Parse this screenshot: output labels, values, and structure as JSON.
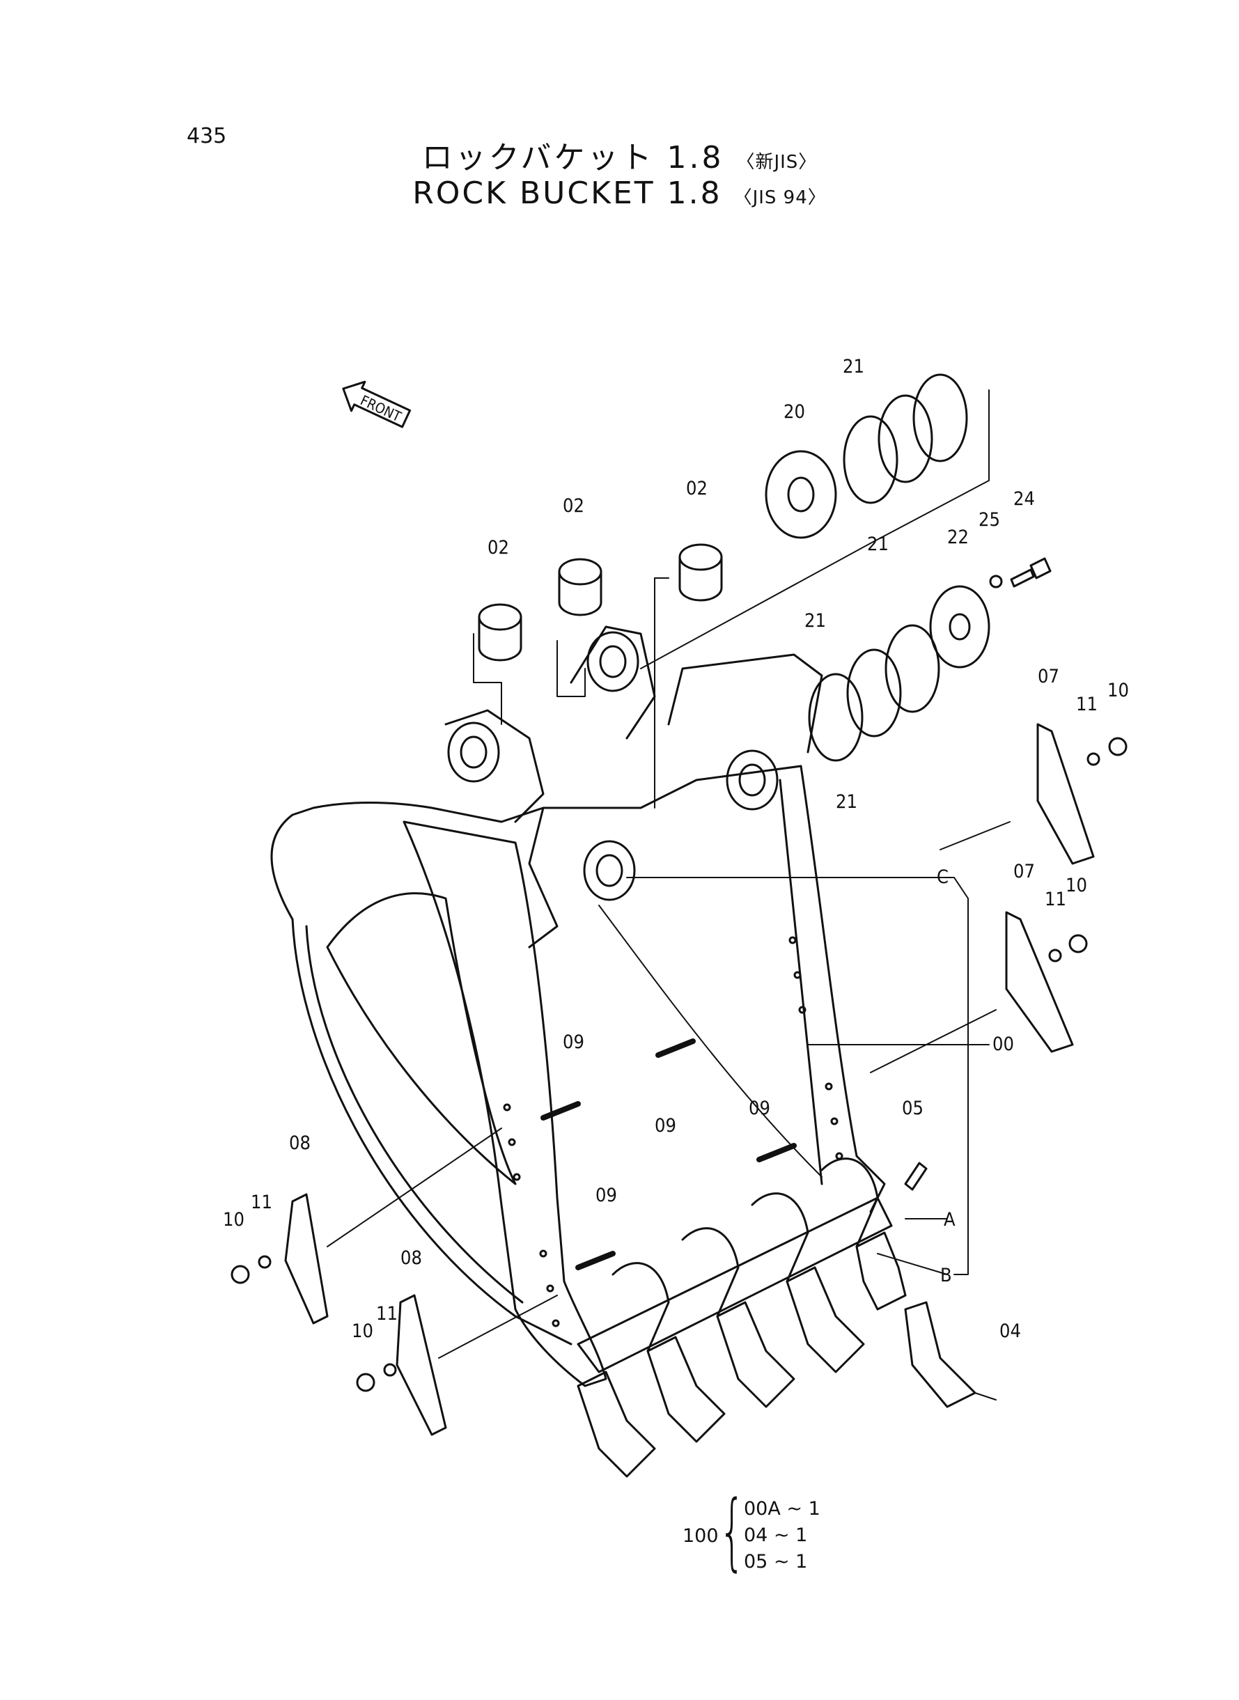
{
  "page_number": "435",
  "title_jp": {
    "main": "ロックバケット 1.8",
    "sub": "〈新JIS〉"
  },
  "title_en": {
    "main": "ROCK BUCKET 1.8",
    "sub": "〈JIS 94〉"
  },
  "front_arrow": "FRONT",
  "part_labels": {
    "p00": "00",
    "p02": "02",
    "p04": "04",
    "p05": "05",
    "p07": "07",
    "p08": "08",
    "p09": "09",
    "p10": "10",
    "p11": "11",
    "p20": "20",
    "p21": "21",
    "p22": "22",
    "p24": "24",
    "p25": "25"
  },
  "ref_labels": {
    "a": "A",
    "b": "B",
    "c": "C"
  },
  "kit": {
    "number": "100",
    "items": [
      "00A ~ 1",
      "04 ~ 1",
      "05 ~ 1"
    ]
  }
}
